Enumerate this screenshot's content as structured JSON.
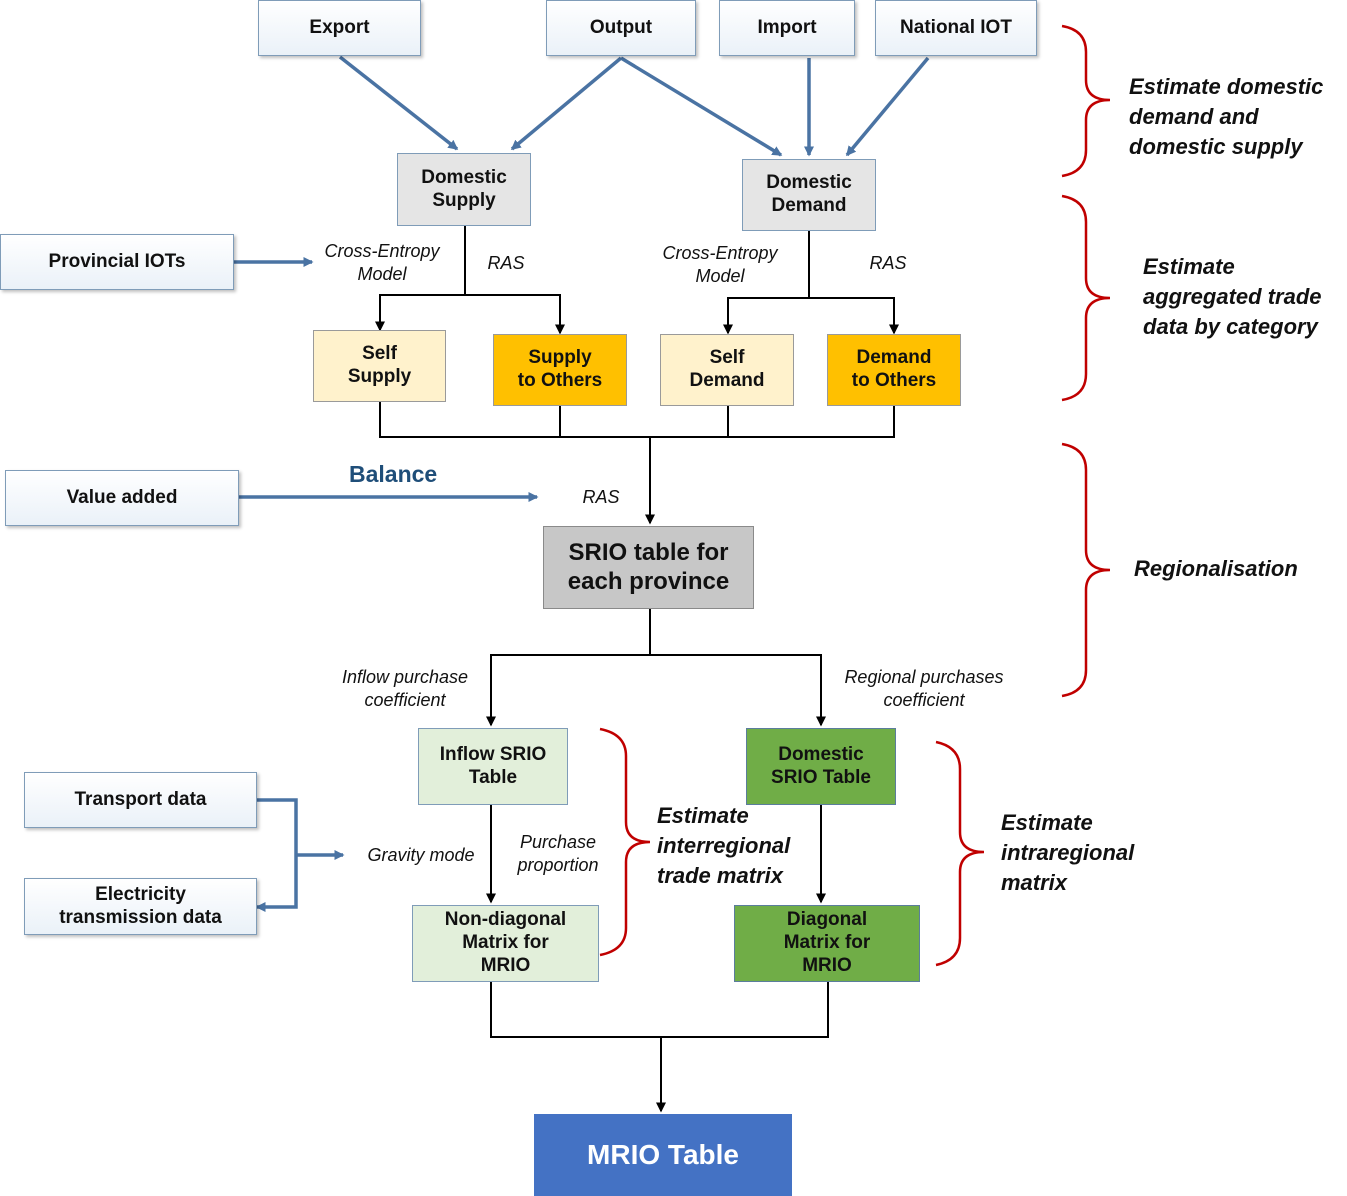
{
  "nodes": {
    "export": "Export",
    "output": "Output",
    "import": "Import",
    "national_iot": "National IOT",
    "domestic_supply": "Domestic\nSupply",
    "domestic_demand": "Domestic\nDemand",
    "provincial_iots": "Provincial IOTs",
    "self_supply": "Self\nSupply",
    "supply_to_others": "Supply\nto Others",
    "self_demand": "Self\nDemand",
    "demand_to_others": "Demand\nto Others",
    "value_added": "Value added",
    "srio_table": "SRIO table for\neach province",
    "inflow_srio": "Inflow SRIO\nTable",
    "domestic_srio": "Domestic\nSRIO Table",
    "transport_data": "Transport data",
    "electricity_data": "Electricity\ntransmission data",
    "non_diagonal": "Non-diagonal\nMatrix for\nMRIO",
    "diagonal": "Diagonal\nMatrix for\nMRIO",
    "mrio_table": "MRIO Table"
  },
  "edge_labels": {
    "cross_entropy_left": "Cross-Entropy\nModel",
    "ras_left": "RAS",
    "cross_entropy_right": "Cross-Entropy\nModel",
    "ras_right": "RAS",
    "balance": "Balance",
    "ras_center": "RAS",
    "inflow_coefficient": "Inflow purchase\ncoefficient",
    "regional_coefficient": "Regional purchases\ncoefficient",
    "gravity_mode": "Gravity mode",
    "purchase_proportion": "Purchase\nproportion"
  },
  "stages": {
    "stage1": "Estimate domestic\ndemand and\ndomestic supply",
    "stage2": "Estimate\naggregated trade\ndata by category",
    "stage3": "Regionalisation",
    "interregional": "Estimate\ninterregional\ntrade matrix",
    "intraregional": "Estimate\nintraregional\nmatrix"
  },
  "colors": {
    "arrow_blue": "#4a73a3",
    "bracket_red": "#c00000",
    "connector": "#000000",
    "balance_text": "#1f4e79"
  }
}
